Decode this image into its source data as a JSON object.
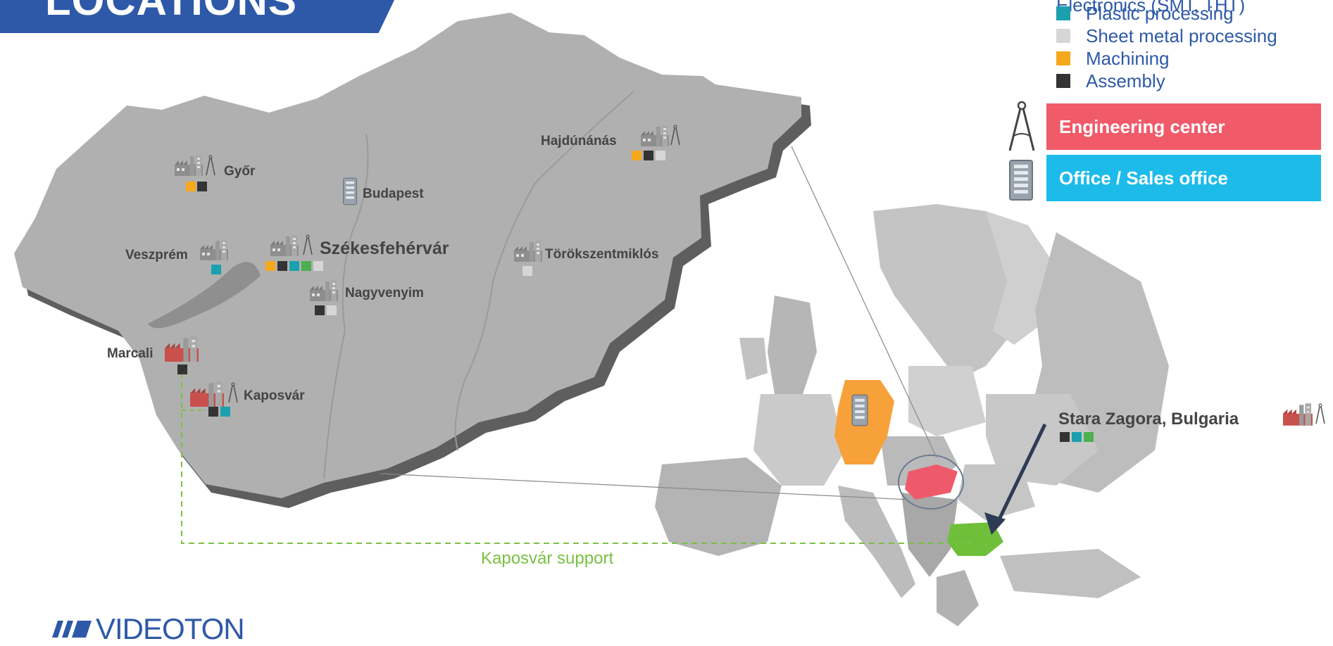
{
  "header": {
    "title": "LOCATIONS"
  },
  "colors": {
    "brand_blue": "#2e59a8",
    "plastic": "#1ba0b0",
    "sheet_metal": "#d6d6d6",
    "machining": "#f6a81c",
    "assembly": "#333333",
    "extra_green": "#4caf50",
    "engineering": "#f05a69",
    "office": "#1cbbea",
    "germany": "#f6a13a",
    "hungary_highlight": "#ef5a6a",
    "bulgaria": "#6fbf3a",
    "support_line": "#7ac143"
  },
  "legend": {
    "partial_label": "Electronics (SMT, THT)",
    "items": [
      {
        "label": "Plastic processing",
        "color": "#1ba0b0"
      },
      {
        "label": "Sheet metal processing",
        "color": "#d6d6d6"
      },
      {
        "label": "Machining",
        "color": "#f6a81c"
      },
      {
        "label": "Assembly",
        "color": "#333333"
      }
    ]
  },
  "service_types": {
    "engineering": {
      "label": "Engineering center",
      "icon": "compass-icon"
    },
    "office": {
      "label": "Office / Sales office",
      "icon": "office-building-icon"
    }
  },
  "hungary_cities": [
    {
      "name": "Győr",
      "icons": [
        "factory",
        "compass"
      ],
      "services": [
        "#f6a81c",
        "#333333"
      ]
    },
    {
      "name": "Budapest",
      "icons": [
        "office"
      ],
      "services": []
    },
    {
      "name": "Hajdúnánás",
      "icons": [
        "factory",
        "compass"
      ],
      "services": [
        "#f6a81c",
        "#333333",
        "#d6d6d6"
      ]
    },
    {
      "name": "Veszprém",
      "icons": [
        "factory"
      ],
      "services": [
        "#1ba0b0"
      ]
    },
    {
      "name": "Székesfehérvár",
      "icons": [
        "factory",
        "compass"
      ],
      "services": [
        "#f6a81c",
        "#333333",
        "#1ba0b0",
        "#4caf50",
        "#d6d6d6"
      ]
    },
    {
      "name": "Törökszentmiklós",
      "icons": [
        "factory"
      ],
      "services": [
        "#d6d6d6"
      ]
    },
    {
      "name": "Nagyvenyim",
      "icons": [
        "factory"
      ],
      "services": [
        "#333333",
        "#d6d6d6"
      ]
    },
    {
      "name": "Marcali",
      "icons": [
        "factory"
      ],
      "services": [
        "#333333"
      ]
    },
    {
      "name": "Kaposvár",
      "icons": [
        "factory",
        "compass"
      ],
      "services": [
        "#333333",
        "#1ba0b0"
      ]
    }
  ],
  "bulgaria_site": {
    "name": "Stara Zagora, Bulgaria",
    "icons": [
      "factory",
      "compass"
    ],
    "services": [
      "#333333",
      "#1ba0b0",
      "#4caf50"
    ]
  },
  "support_label": "Kaposvár support",
  "logo": {
    "text": "VIDEOTON"
  }
}
